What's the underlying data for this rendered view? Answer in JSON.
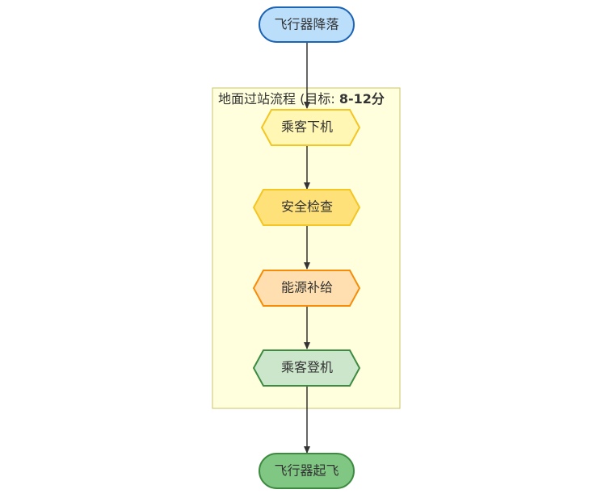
{
  "diagram": {
    "start": {
      "label": "飞行器降落"
    },
    "end": {
      "label": "飞行器起飞"
    },
    "group": {
      "label_prefix": "地面过站流程 (目标: ",
      "label_bold": "8-12分"
    },
    "steps": [
      {
        "label": "乘客下机"
      },
      {
        "label": "安全检查"
      },
      {
        "label": "能源补给"
      },
      {
        "label": "乘客登机"
      }
    ]
  },
  "colors": {
    "start_fill": "#bbdefb",
    "start_stroke": "#1e64b4",
    "end_fill": "#81c784",
    "end_stroke": "#3d8b40",
    "group_fill": "#ffffde",
    "group_stroke": "#c9c56a",
    "step1_fill": "#fff7b3",
    "step1_stroke": "#f3c623",
    "step2_fill": "#ffe17a",
    "step2_stroke": "#f3c623",
    "step3_fill": "#ffdfb0",
    "step3_stroke": "#f78c09",
    "step4_fill": "#cbe6cb",
    "step4_stroke": "#3d8b40",
    "edge": "#333333"
  }
}
